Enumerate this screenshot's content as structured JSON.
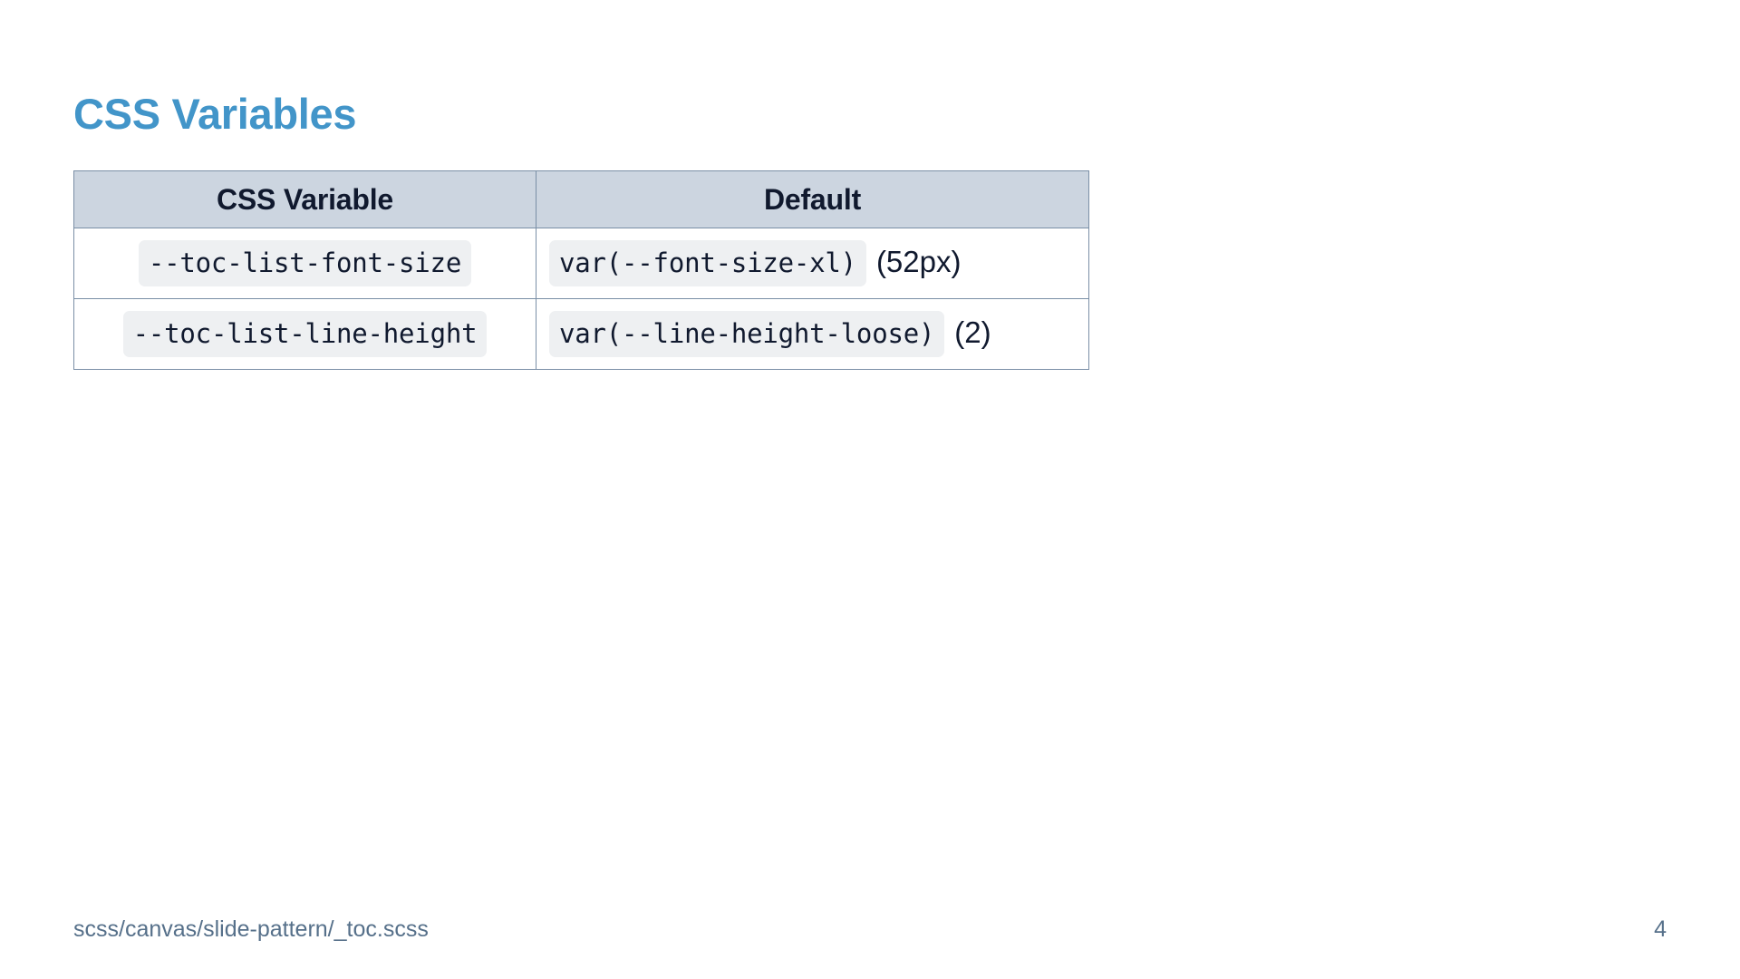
{
  "slide": {
    "title": "CSS Variables",
    "background_color": "#ffffff",
    "title_color": "#4295c9"
  },
  "table": {
    "header_background": "#ccd5e0",
    "header_text_color": "#10192e",
    "border_color": "#7a8fa6",
    "chip_background": "#eef0f2",
    "columns": [
      {
        "key": "variable",
        "label": "CSS Variable"
      },
      {
        "key": "default",
        "label": "Default"
      }
    ],
    "rows": [
      {
        "variable": "--toc-list-font-size",
        "default_code": "var(--font-size-xl)",
        "default_note": "(52px)"
      },
      {
        "variable": "--toc-list-line-height",
        "default_code": "var(--line-height-loose)",
        "default_note": "(2)"
      }
    ]
  },
  "footer": {
    "path": "scss/canvas/slide-pattern/_toc.scss",
    "page_number": "4",
    "text_color": "#56708a"
  }
}
